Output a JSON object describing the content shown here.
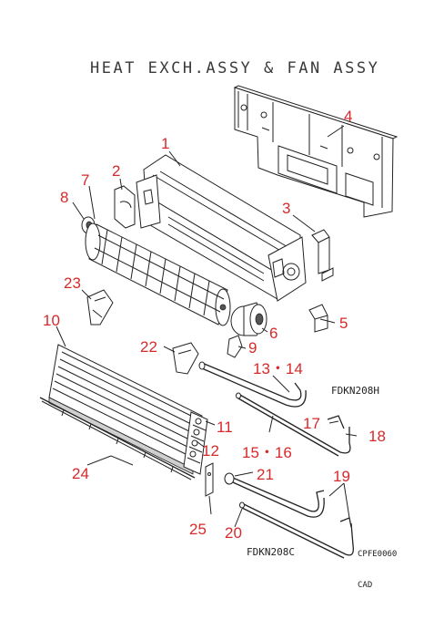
{
  "title": "HEAT EXCH.ASSY & FAN ASSY",
  "codes": {
    "model_1": "FDKN208H",
    "model_2": "FDKN208C",
    "drawing_code": "CPFE0060",
    "footer": "CAD"
  },
  "labels": {
    "p1": "1",
    "p2": "2",
    "p3": "3",
    "p4": "4",
    "p5": "5",
    "p6": "6",
    "p7": "7",
    "p8": "8",
    "p9": "9",
    "p10": "10",
    "p11": "11",
    "p12": "12",
    "p13_14": "13・14",
    "p15_16": "15・16",
    "p17": "17",
    "p18": "18",
    "p19": "19",
    "p20": "20",
    "p21": "21",
    "p22": "22",
    "p23": "23",
    "p24": "24",
    "p25": "25"
  },
  "colors": {
    "label": "#d62a2a",
    "line": "#222222",
    "title": "#3a3a3a"
  }
}
